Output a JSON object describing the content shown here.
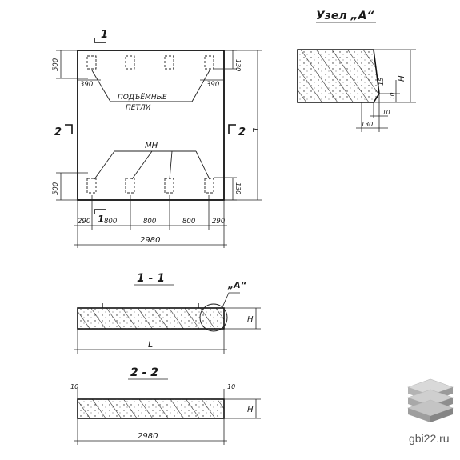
{
  "drawing": {
    "node_title": "Узел „А“",
    "section_1": "1 - 1",
    "section_2": "2 - 2",
    "node_ref": "„А“",
    "cut_1": "1",
    "cut_2": "2",
    "loops_label": "ПОДЪЁМНЫЕ ПЕТЛИ",
    "loops_label_line1": "ПОДЪЁМНЫЕ",
    "loops_label_line2": "ПЕТЛИ",
    "mn_label": "МН",
    "dim_left_top": "500",
    "dim_left_bottom": "500",
    "dim_right_top": "130",
    "dim_right_bottom": "130",
    "dim_loop_left": "390",
    "dim_loop_right": "390",
    "dim_L_plan": "L",
    "dim_spans": [
      "290",
      "800",
      "800",
      "800",
      "290"
    ],
    "dim_total_plan": "2980",
    "dim_L_section": "L",
    "dim_H_section1": "H",
    "dim_H_section2": "H",
    "dim_total_section2": "2980",
    "dim_10_left": "10",
    "dim_10_right": "10",
    "node_dim_H": "H",
    "node_dim_10a": "10",
    "node_dim_10b": "10",
    "node_dim_130": "130",
    "node_dim_15": "15"
  },
  "watermark": {
    "site": "gbi22.ru"
  }
}
